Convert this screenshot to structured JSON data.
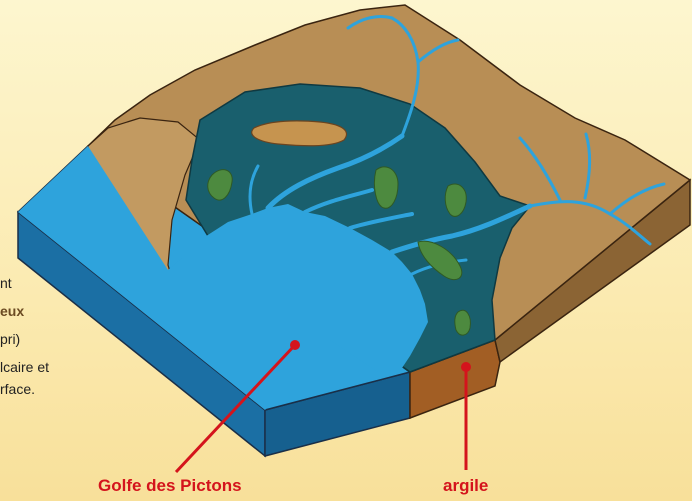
{
  "left_text": [
    "nt",
    "eux",
    "pri)",
    "lcaire et",
    "rface."
  ],
  "labels": {
    "gulf": "Golfe des Pictons",
    "clay": "argile"
  },
  "colors": {
    "sea": "#2ea3dc",
    "marsh": "#195f6d",
    "land": "#b88e55",
    "clay": "#a25e24",
    "islands": "#4d8a3f",
    "annotation": "#d4141c"
  }
}
